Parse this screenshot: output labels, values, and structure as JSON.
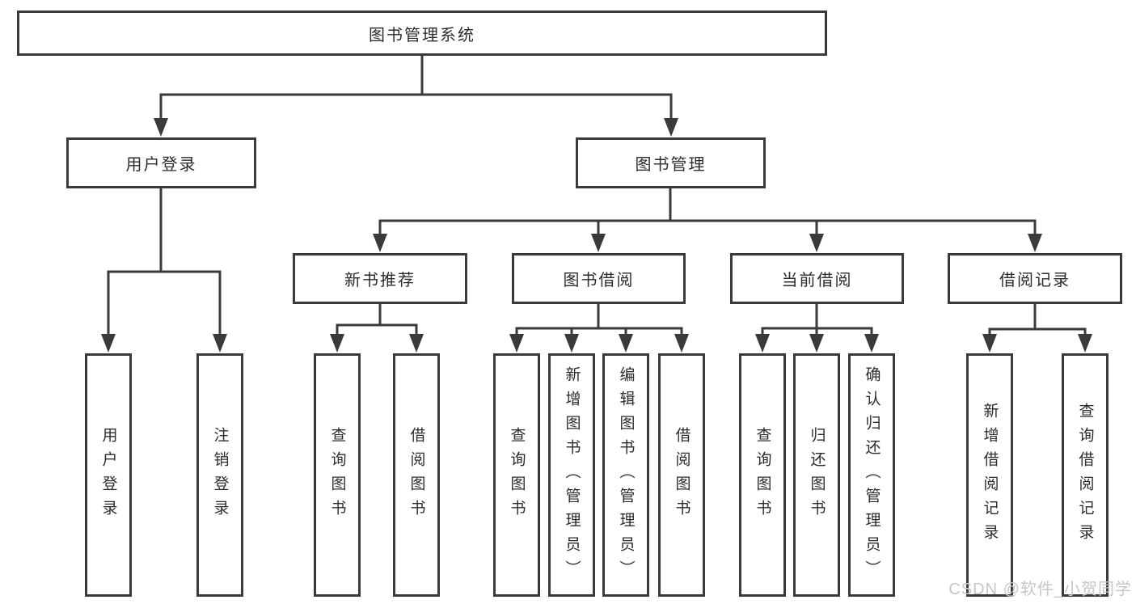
{
  "diagram": {
    "type": "hierarchy-tree",
    "root_label": "图书管理系统"
  },
  "nodes": {
    "root": "图书管理系统",
    "login_branch": "用户登录",
    "book_management": "图书管理",
    "login_leaf": "用户登录",
    "logout_leaf": "注销登录",
    "new_book_recommend": "新书推荐",
    "book_borrow": "图书借阅",
    "current_borrow": "当前借阅",
    "borrow_records": "借阅记录",
    "nbr_query_books": "查询图书",
    "nbr_borrow_books": "借阅图书",
    "bb_query_books": "查询图书",
    "bb_add_books": "新增图书（管理员）",
    "bb_edit_books": "编辑图书（管理员）",
    "bb_borrow_books": "借阅图书",
    "cb_query_books": "查询图书",
    "cb_return_books": "归还图书",
    "cb_confirm_return": "确认归还（管理员）",
    "br_add_record": "新增借阅记录",
    "br_query_record": "查询借阅记录"
  },
  "hierarchy": {
    "图书管理系统": [
      "用户登录",
      "图书管理"
    ],
    "用户登录": [
      "用户登录",
      "注销登录"
    ],
    "图书管理": [
      "新书推荐",
      "图书借阅",
      "当前借阅",
      "借阅记录"
    ],
    "新书推荐": [
      "查询图书",
      "借阅图书"
    ],
    "图书借阅": [
      "查询图书",
      "新增图书（管理员）",
      "编辑图书（管理员）",
      "借阅图书"
    ],
    "当前借阅": [
      "查询图书",
      "归还图书",
      "确认归还（管理员）"
    ],
    "借阅记录": [
      "新增借阅记录",
      "查询借阅记录"
    ]
  },
  "watermark": "CSDN @软件_小贺同学",
  "colors": {
    "line": "#3a3a3a",
    "box_border": "#3a3a3a",
    "text": "#2c2c2c",
    "watermark": "#c6c6c6",
    "background": "#ffffff"
  }
}
